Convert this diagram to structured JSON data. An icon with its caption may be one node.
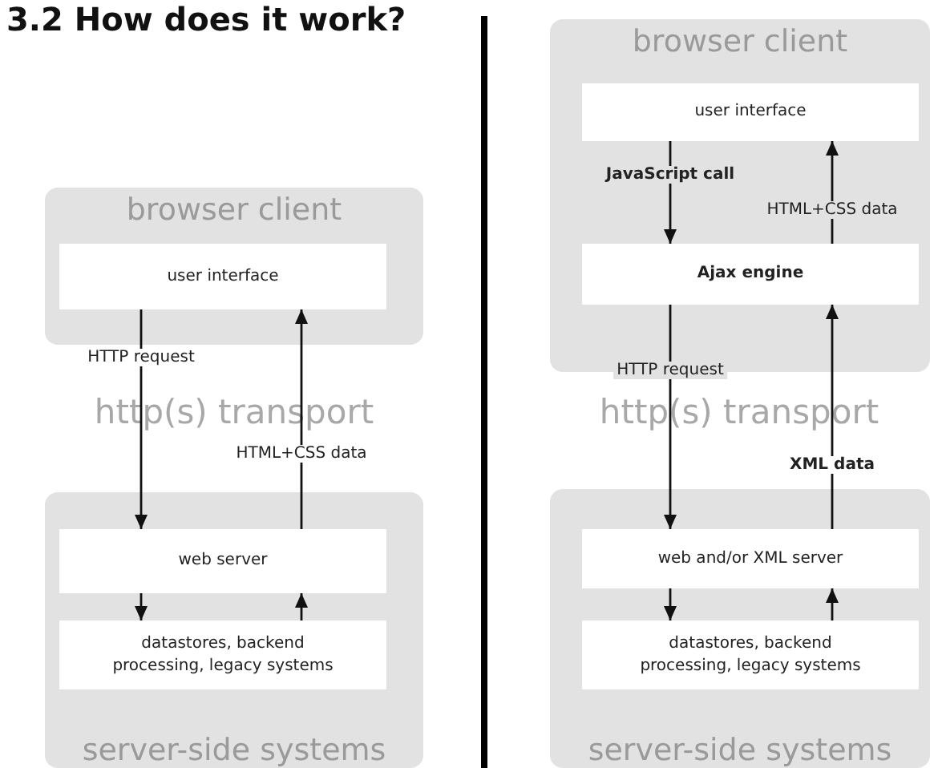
{
  "diagram": {
    "title": "3.2 How does it work?",
    "nodes": [
      {
        "text": [
          "browser client"
        ]
      },
      {
        "text": [
          "user interface"
        ],
        "in": 0
      },
      {
        "text": [
          "server-side systems"
        ]
      },
      {
        "text": [
          "web server"
        ],
        "in": 2
      },
      {
        "text": [
          "datastores, backend processing, legacy systems"
        ],
        "in": 2
      },
      {
        "text": [
          "browser client"
        ]
      },
      {
        "text": [
          "user interface"
        ],
        "in": 5
      },
      {
        "text": [
          "Ajax engine"
        ],
        "in": 5
      },
      {
        "text": [
          "server-side systems"
        ]
      },
      {
        "text": [
          "web and/or XML server"
        ],
        "in": 8
      },
      {
        "text": [
          "datastores, backend processing, legacy systems"
        ],
        "in": 8
      }
    ],
    "edges": [
      {
        "from": 1,
        "to": 3,
        "arrow": "to",
        "label": "HTTP request"
      },
      {
        "from": 3,
        "to": 1,
        "arrow": "to",
        "label": "HTML+CSS data"
      },
      {
        "from": 3,
        "to": 4,
        "arrow": "to"
      },
      {
        "from": 4,
        "to": 3,
        "arrow": "to"
      },
      {
        "from": 6,
        "to": 7,
        "arrow": "to",
        "label": "JavaScript call"
      },
      {
        "from": 7,
        "to": 6,
        "arrow": "to",
        "label": "HTML+CSS data"
      },
      {
        "from": 7,
        "to": 9,
        "arrow": "to",
        "label": "HTTP request"
      },
      {
        "from": 9,
        "to": 7,
        "arrow": "to",
        "label": "XML data"
      },
      {
        "from": 9,
        "to": 10,
        "arrow": "to"
      },
      {
        "from": 10,
        "to": 9,
        "arrow": "to"
      }
    ],
    "labels": [
      "http(s) transport",
      "http(s) transport"
    ]
  }
}
